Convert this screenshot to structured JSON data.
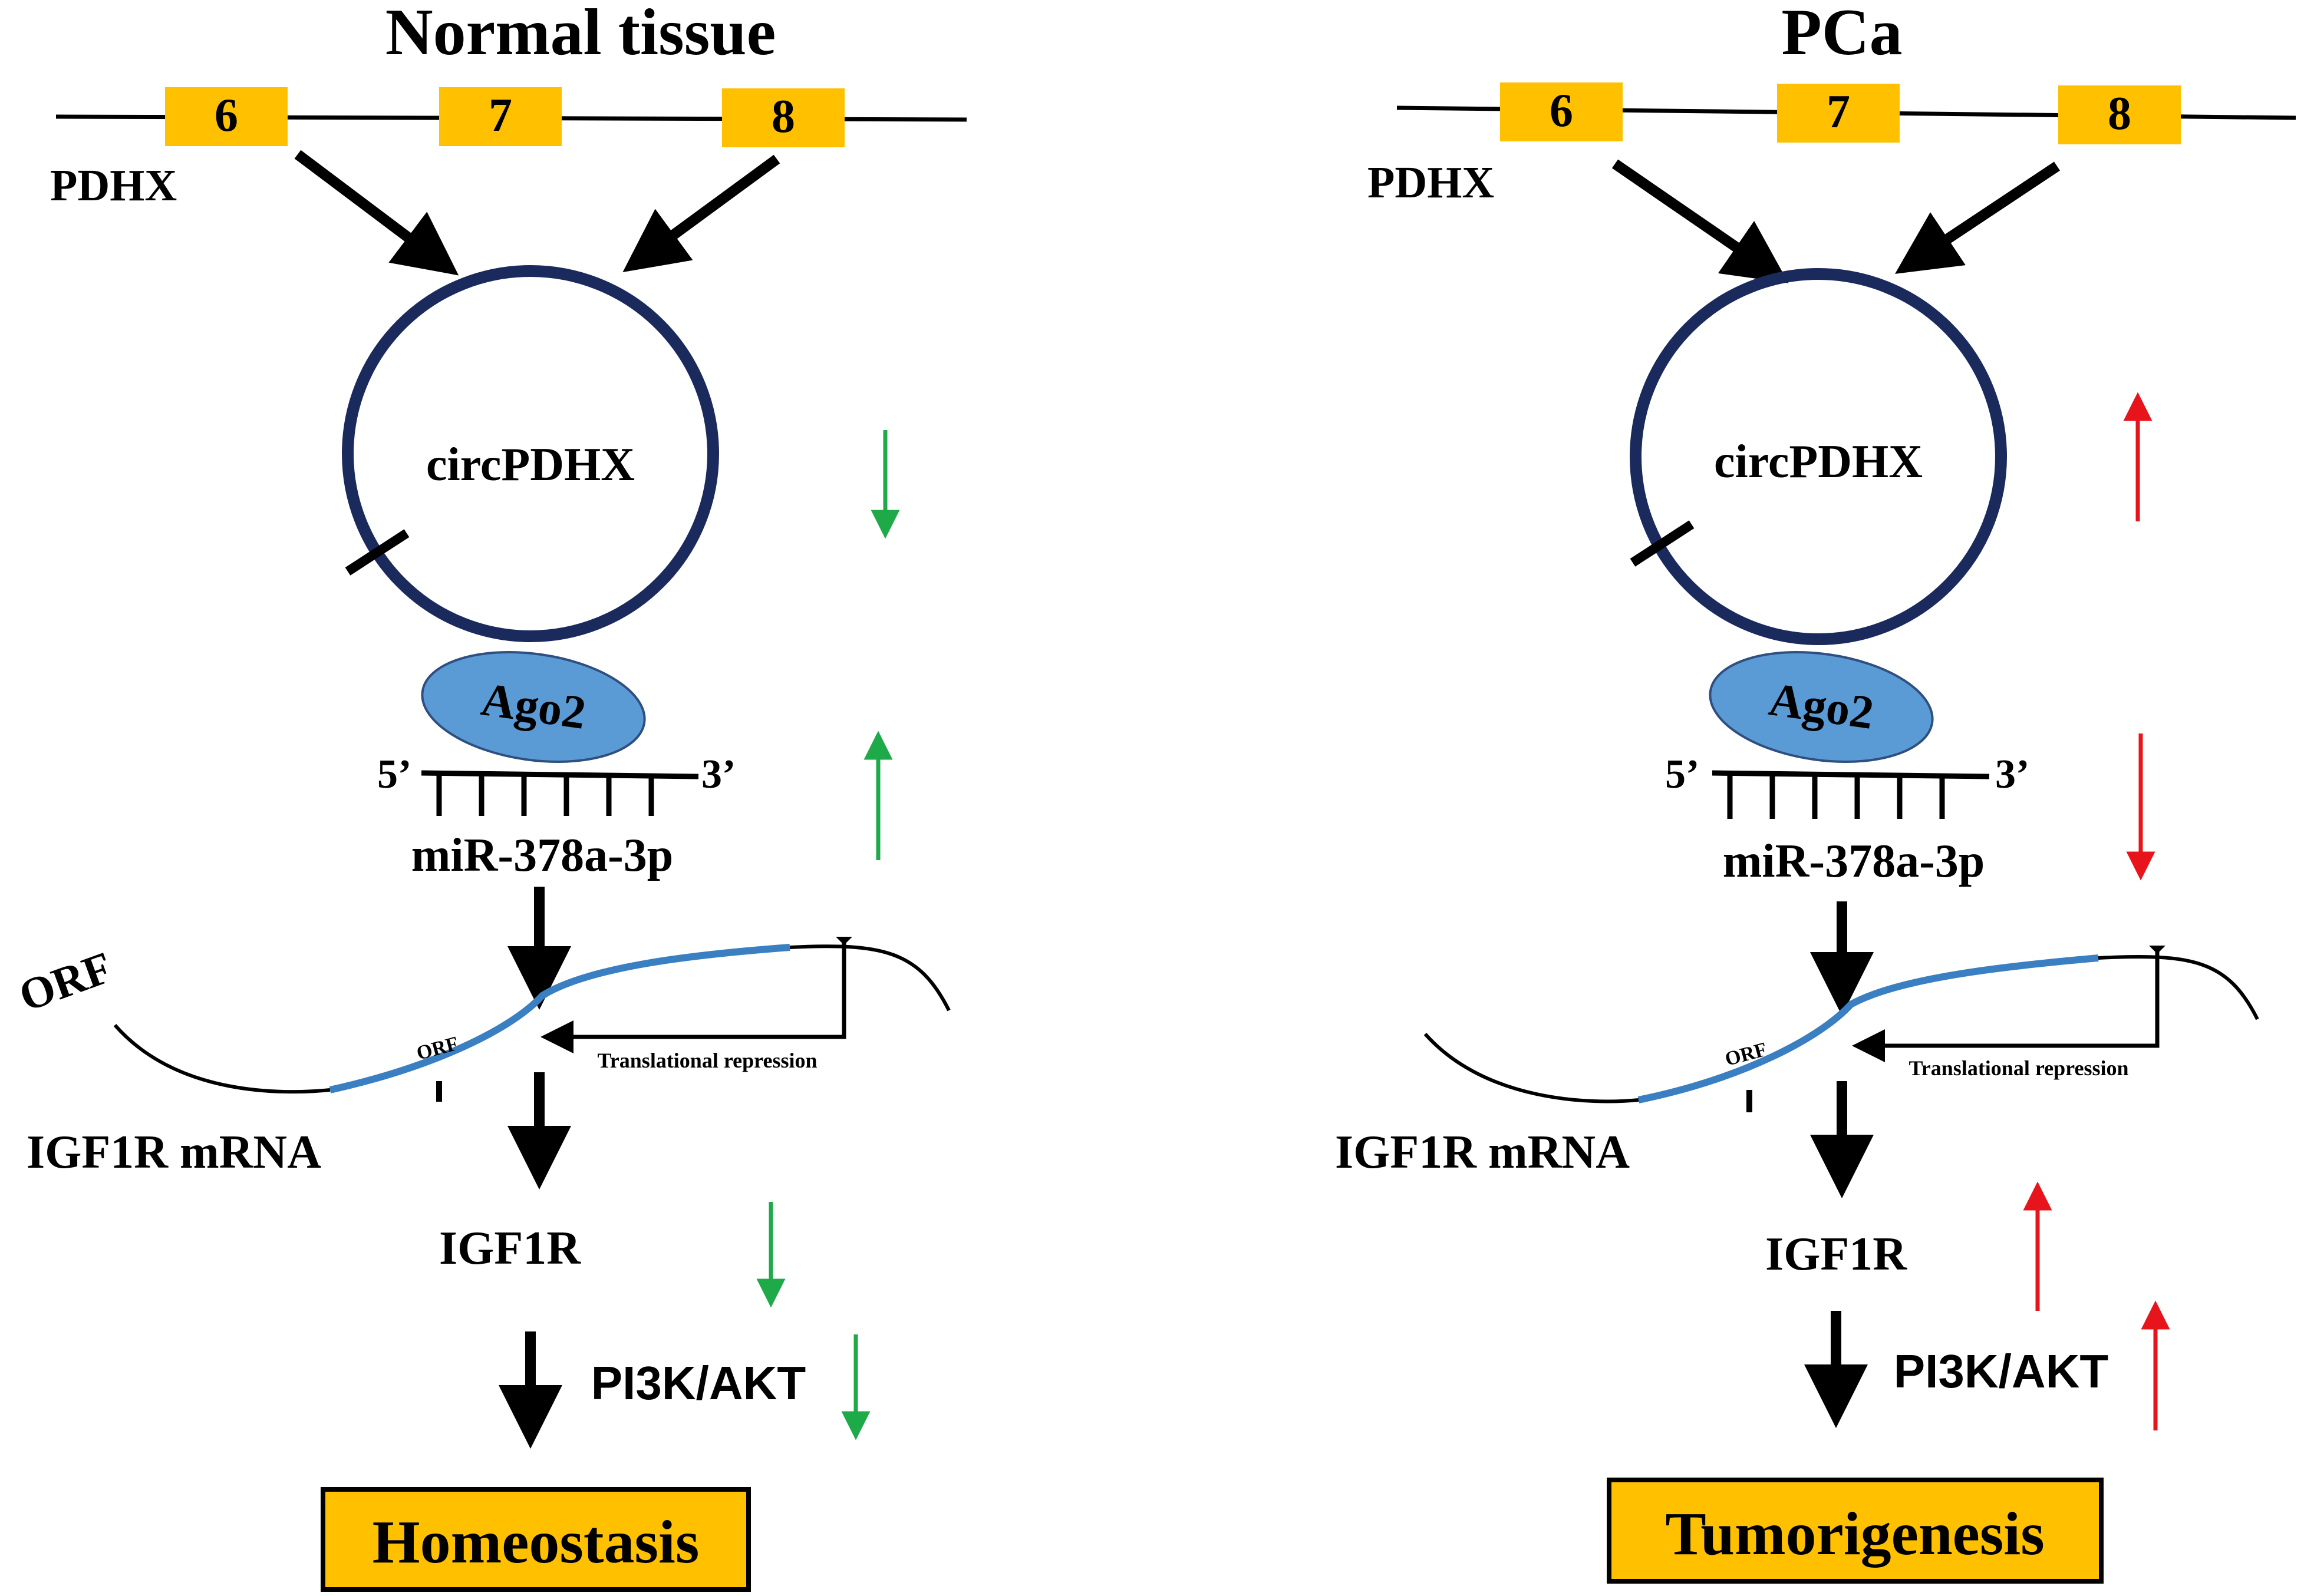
{
  "panels": [
    {
      "id": "normal",
      "title": "Normal tissue",
      "gene_label": "PDHX",
      "exons": [
        "6",
        "7",
        "8"
      ],
      "circ_label": "circPDHX",
      "ago_label": "Ago2",
      "mirna_5": "5’",
      "mirna_3": "3’",
      "mirna_label": "miR-378a-3p",
      "orf_label": "ORF",
      "orf_outer_label": "ORF",
      "repression_label": "Translational repression",
      "mrna_label": "IGF1R mRNA",
      "protein_label": "IGF1R",
      "pathway_label": "PI3K/AKT",
      "outcome_label": "Homeostasis",
      "trend_color": "#1faa4a",
      "trends": {
        "circ": "down",
        "mirna": "up",
        "protein": "down",
        "pathway": "down"
      }
    },
    {
      "id": "pca",
      "title": "PCa",
      "gene_label": "PDHX",
      "exons": [
        "6",
        "7",
        "8"
      ],
      "circ_label": "circPDHX",
      "ago_label": "Ago2",
      "mirna_5": "5’",
      "mirna_3": "3’",
      "mirna_label": "miR-378a-3p",
      "orf_label": "ORF",
      "repression_label": "Translational repression",
      "mrna_label": "IGF1R mRNA",
      "protein_label": "IGF1R",
      "pathway_label": "PI3K/AKT",
      "outcome_label": "Tumorigenesis",
      "trend_color": "#e8141b",
      "trends": {
        "circ": "up",
        "mirna": "down",
        "protein": "up",
        "pathway": "up"
      }
    }
  ],
  "colors": {
    "exon": "#ffc000",
    "circle": "#1b2a5c",
    "ago_fill": "#5b9bd5",
    "ago_stroke": "#2e4f7f",
    "orf_line": "#3a7fc1",
    "outcome_box": "#ffc000"
  }
}
